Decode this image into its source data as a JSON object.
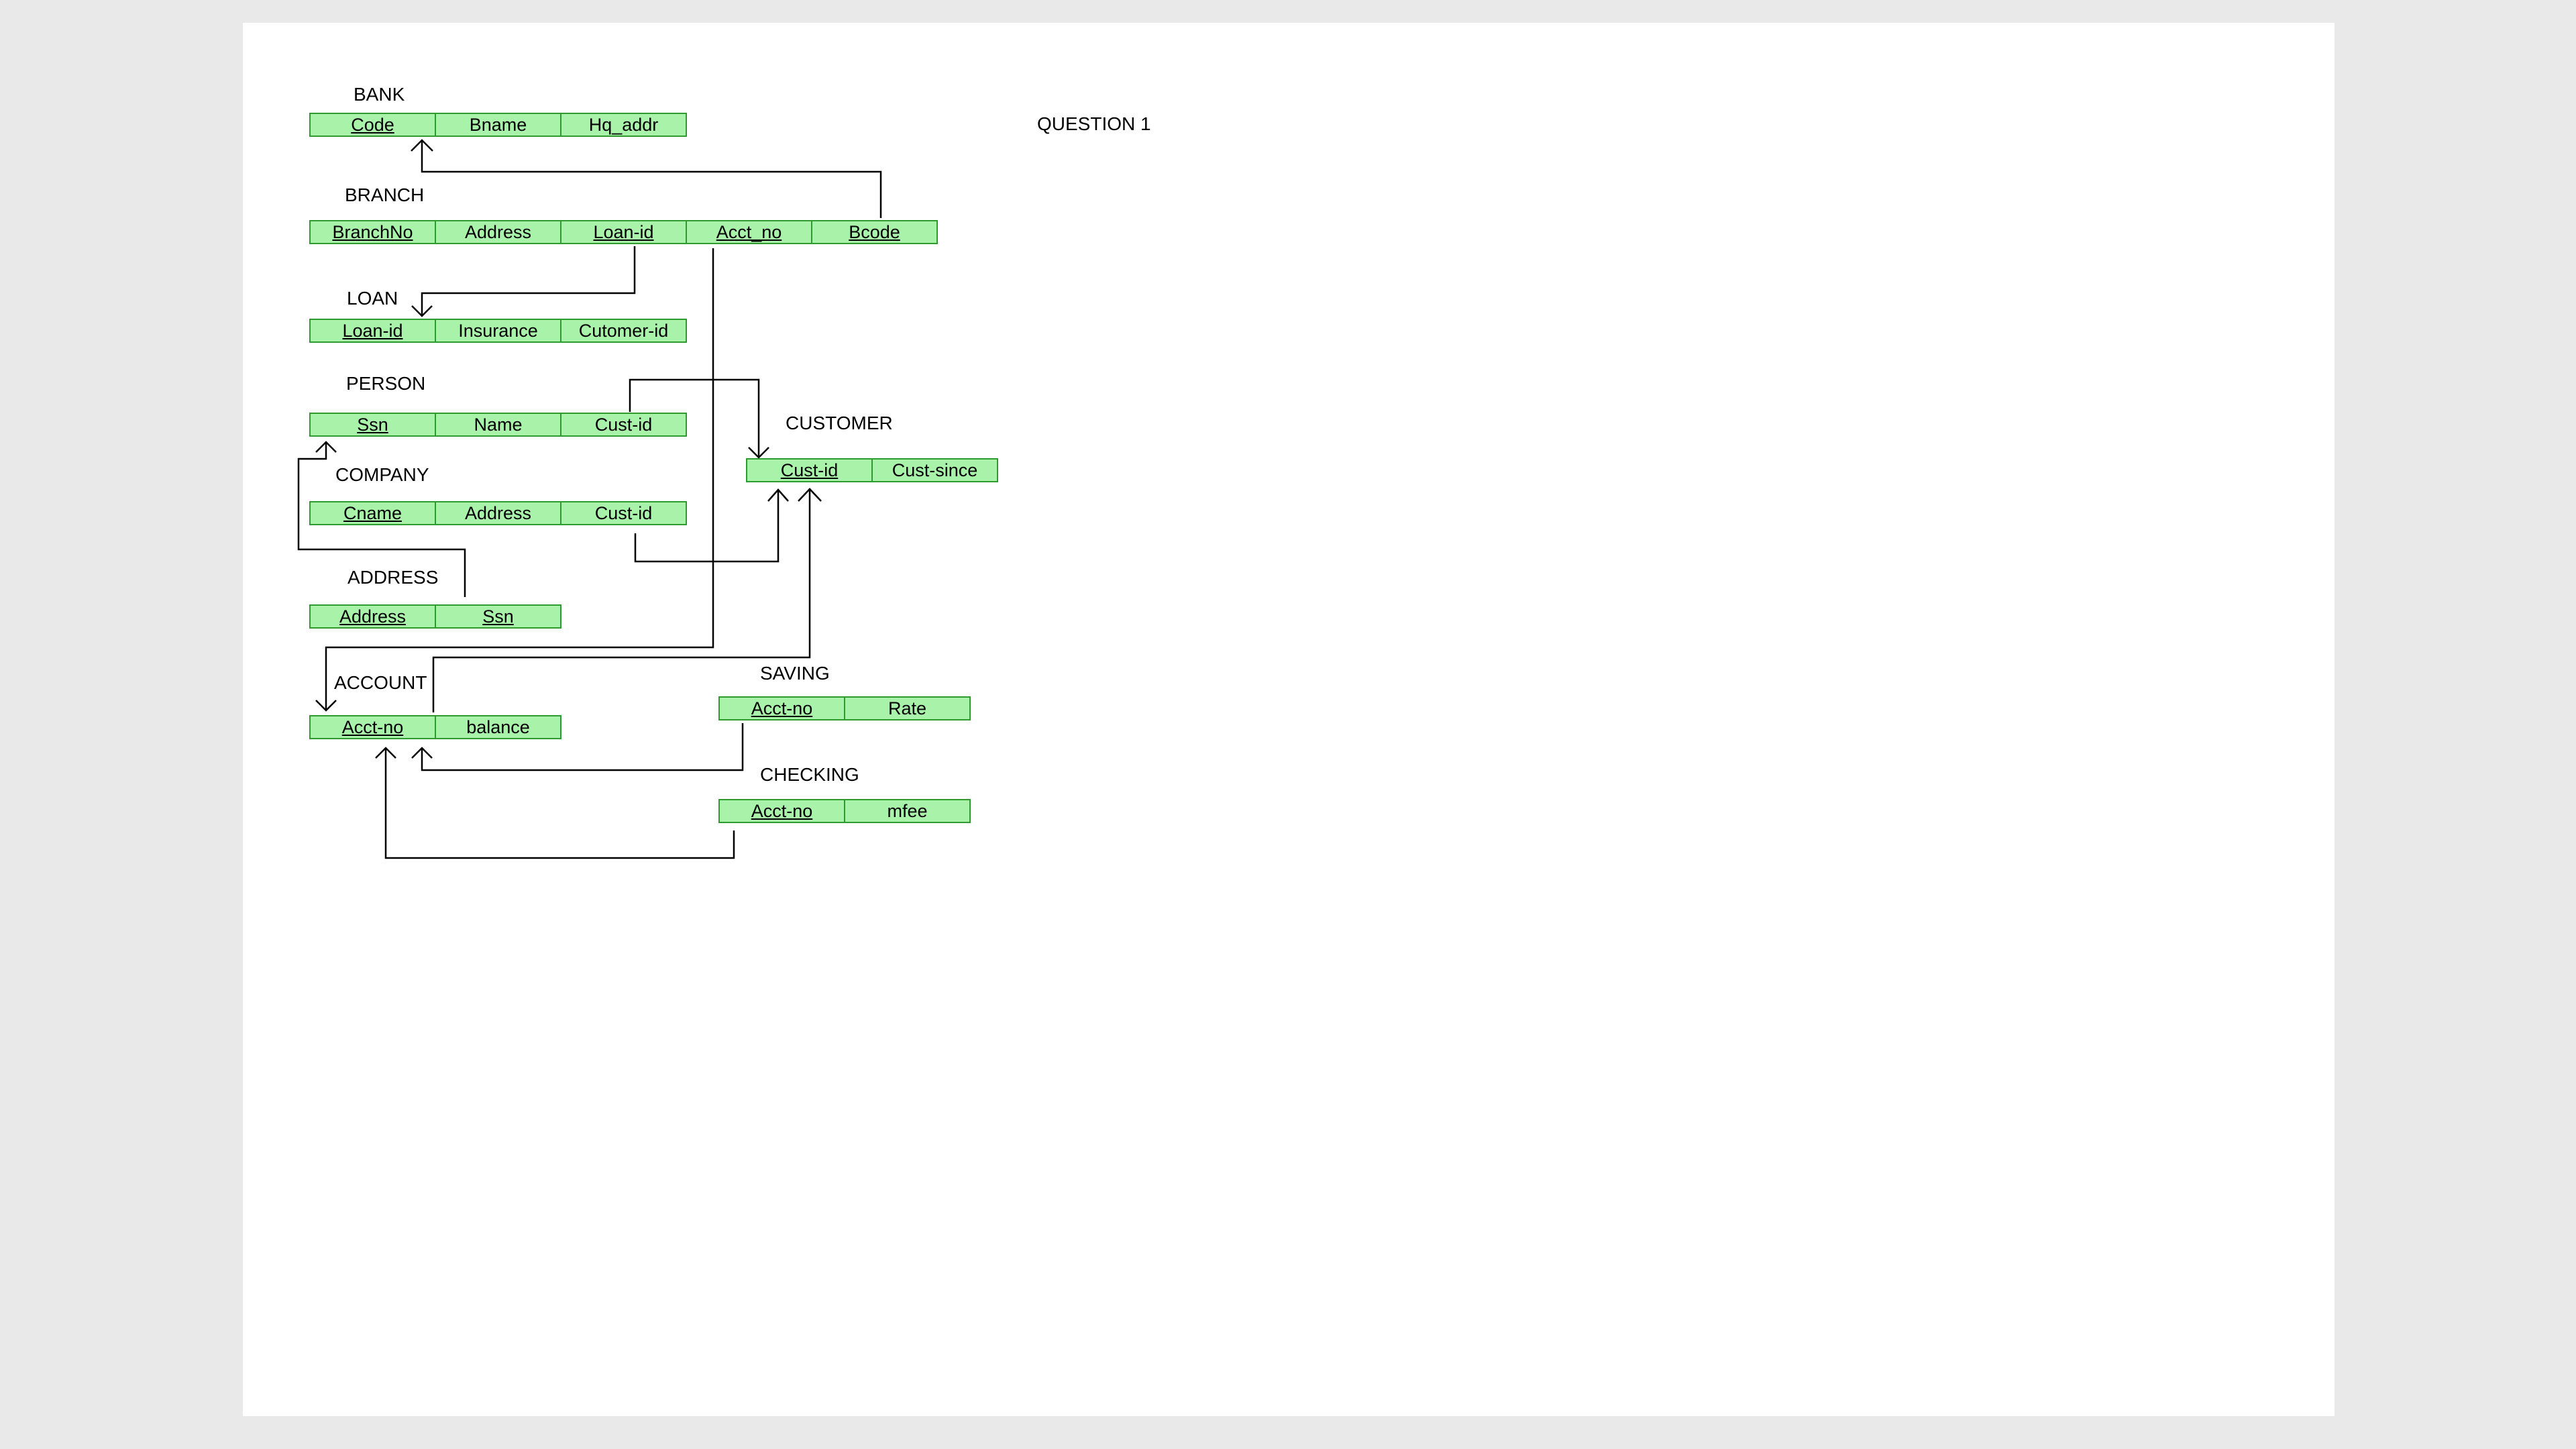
{
  "question_label": "QUESTION 1",
  "tables": {
    "bank": {
      "name": "BANK",
      "fields": [
        "Code",
        "Bname",
        "Hq_addr"
      ]
    },
    "branch": {
      "name": "BRANCH",
      "fields": [
        "BranchNo",
        "Address",
        "Loan-id",
        "Acct_no",
        "Bcode"
      ]
    },
    "loan": {
      "name": "LOAN",
      "fields": [
        "Loan-id",
        "Insurance",
        "Cutomer-id"
      ]
    },
    "person": {
      "name": "PERSON",
      "fields": [
        "Ssn",
        "Name",
        "Cust-id"
      ]
    },
    "company": {
      "name": "COMPANY",
      "fields": [
        "Cname",
        "Address",
        "Cust-id"
      ]
    },
    "address": {
      "name": "ADDRESS",
      "fields": [
        "Address",
        "Ssn"
      ]
    },
    "customer": {
      "name": "CUSTOMER",
      "fields": [
        "Cust-id",
        "Cust-since"
      ]
    },
    "account": {
      "name": "ACCOUNT",
      "fields": [
        "Acct-no",
        "balance"
      ]
    },
    "saving": {
      "name": "SAVING",
      "fields": [
        "Acct-no",
        "Rate"
      ]
    },
    "checking": {
      "name": "CHECKING",
      "fields": [
        "Acct-no",
        "mfee"
      ]
    }
  },
  "colors": {
    "cell_fill": "#a9f2a9",
    "cell_border": "#2f9a2f",
    "connector": "#000000",
    "page_background": "#e9e9e9",
    "paper": "#ffffff"
  }
}
